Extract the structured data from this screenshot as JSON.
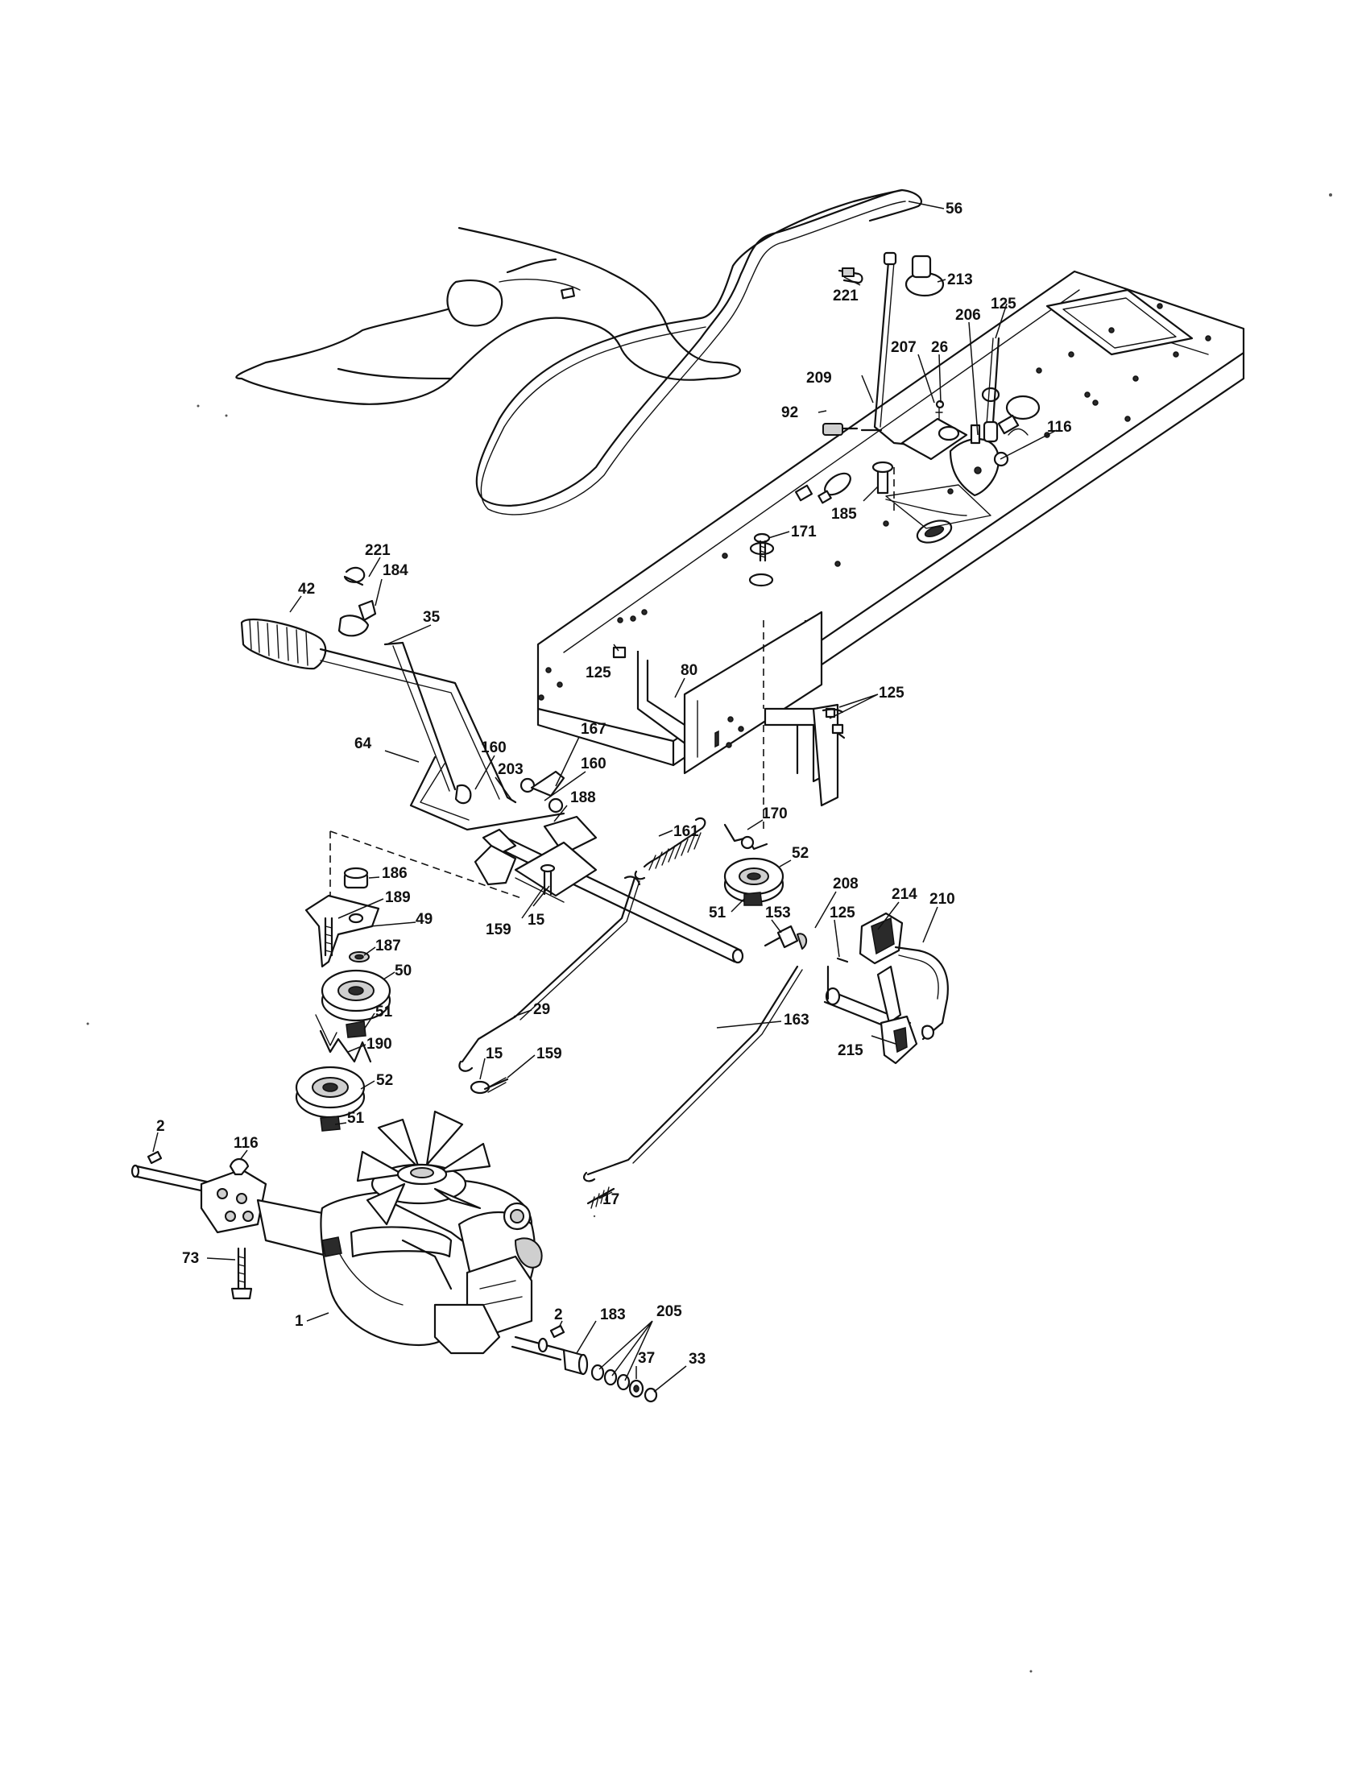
{
  "part_labels": [
    {
      "id": "p56",
      "text": "56"
    },
    {
      "id": "p213",
      "text": "213"
    },
    {
      "id": "p221a",
      "text": "221"
    },
    {
      "id": "p125a",
      "text": "125"
    },
    {
      "id": "p206",
      "text": "206"
    },
    {
      "id": "p209",
      "text": "209"
    },
    {
      "id": "p207",
      "text": "207"
    },
    {
      "id": "p26",
      "text": "26"
    },
    {
      "id": "p92",
      "text": "92"
    },
    {
      "id": "p116a",
      "text": "116"
    },
    {
      "id": "p185",
      "text": "185"
    },
    {
      "id": "p171",
      "text": "171"
    },
    {
      "id": "p221b",
      "text": "221"
    },
    {
      "id": "p184",
      "text": "184"
    },
    {
      "id": "p42",
      "text": "42"
    },
    {
      "id": "p35",
      "text": "35"
    },
    {
      "id": "p125b",
      "text": "125"
    },
    {
      "id": "p80",
      "text": "80"
    },
    {
      "id": "p125c",
      "text": "125"
    },
    {
      "id": "p64",
      "text": "64"
    },
    {
      "id": "p160a",
      "text": "160"
    },
    {
      "id": "p167",
      "text": "167"
    },
    {
      "id": "p203",
      "text": "203"
    },
    {
      "id": "p160b",
      "text": "160"
    },
    {
      "id": "p188",
      "text": "188"
    },
    {
      "id": "p161",
      "text": "161"
    },
    {
      "id": "p170",
      "text": "170"
    },
    {
      "id": "p52a",
      "text": "52"
    },
    {
      "id": "p186",
      "text": "186"
    },
    {
      "id": "p189",
      "text": "189"
    },
    {
      "id": "p49",
      "text": "49"
    },
    {
      "id": "p159a",
      "text": "159"
    },
    {
      "id": "p15a",
      "text": "15"
    },
    {
      "id": "p51a",
      "text": "51"
    },
    {
      "id": "p208",
      "text": "208"
    },
    {
      "id": "p214",
      "text": "214"
    },
    {
      "id": "p210",
      "text": "210"
    },
    {
      "id": "p153",
      "text": "153"
    },
    {
      "id": "p125d",
      "text": "125"
    },
    {
      "id": "p187",
      "text": "187"
    },
    {
      "id": "p50",
      "text": "50"
    },
    {
      "id": "p51b",
      "text": "51"
    },
    {
      "id": "p29",
      "text": "29"
    },
    {
      "id": "p163",
      "text": "163"
    },
    {
      "id": "p190",
      "text": "190"
    },
    {
      "id": "p15b",
      "text": "15"
    },
    {
      "id": "p159b",
      "text": "159"
    },
    {
      "id": "p215",
      "text": "215"
    },
    {
      "id": "p52b",
      "text": "52"
    },
    {
      "id": "p51c",
      "text": "51"
    },
    {
      "id": "p2a",
      "text": "2"
    },
    {
      "id": "p116b",
      "text": "116"
    },
    {
      "id": "p17",
      "text": "17"
    },
    {
      "id": "p73",
      "text": "73"
    },
    {
      "id": "p2b",
      "text": "2"
    },
    {
      "id": "p183",
      "text": "183"
    },
    {
      "id": "p205",
      "text": "205"
    },
    {
      "id": "p1",
      "text": "1"
    },
    {
      "id": "p37",
      "text": "37"
    },
    {
      "id": "p33",
      "text": "33"
    }
  ]
}
